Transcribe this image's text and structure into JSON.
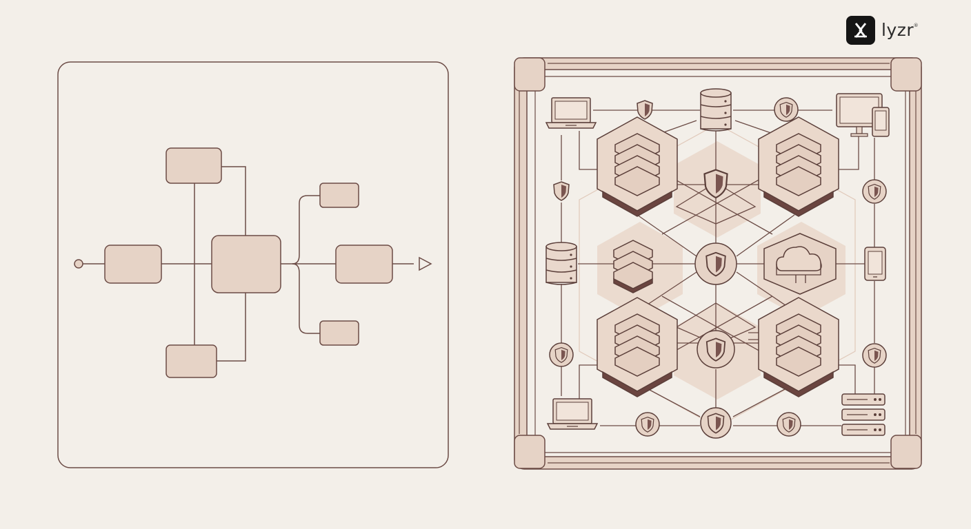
{
  "brand": {
    "name": "lyzr",
    "registered_mark": "®",
    "icon": "lyzr-logo-icon"
  },
  "colors": {
    "background": "#f3efe9",
    "stroke": "#6b4b45",
    "fill_light": "#e6d3c6",
    "fill_mid": "#d8bdb0",
    "fill_dark": "#6b4540"
  },
  "panels": {
    "left": {
      "description_icon": "simple-flowchart"
    },
    "right": {
      "description_icon": "secure-network-architecture"
    }
  },
  "icons": {
    "server": "server-stack-icon",
    "shield": "shield-icon",
    "database": "database-icon",
    "laptop": "laptop-icon",
    "desktop": "desktop-monitor-icon",
    "phone": "smartphone-icon",
    "cloud": "cloud-icon",
    "rack": "server-rack-icon"
  }
}
